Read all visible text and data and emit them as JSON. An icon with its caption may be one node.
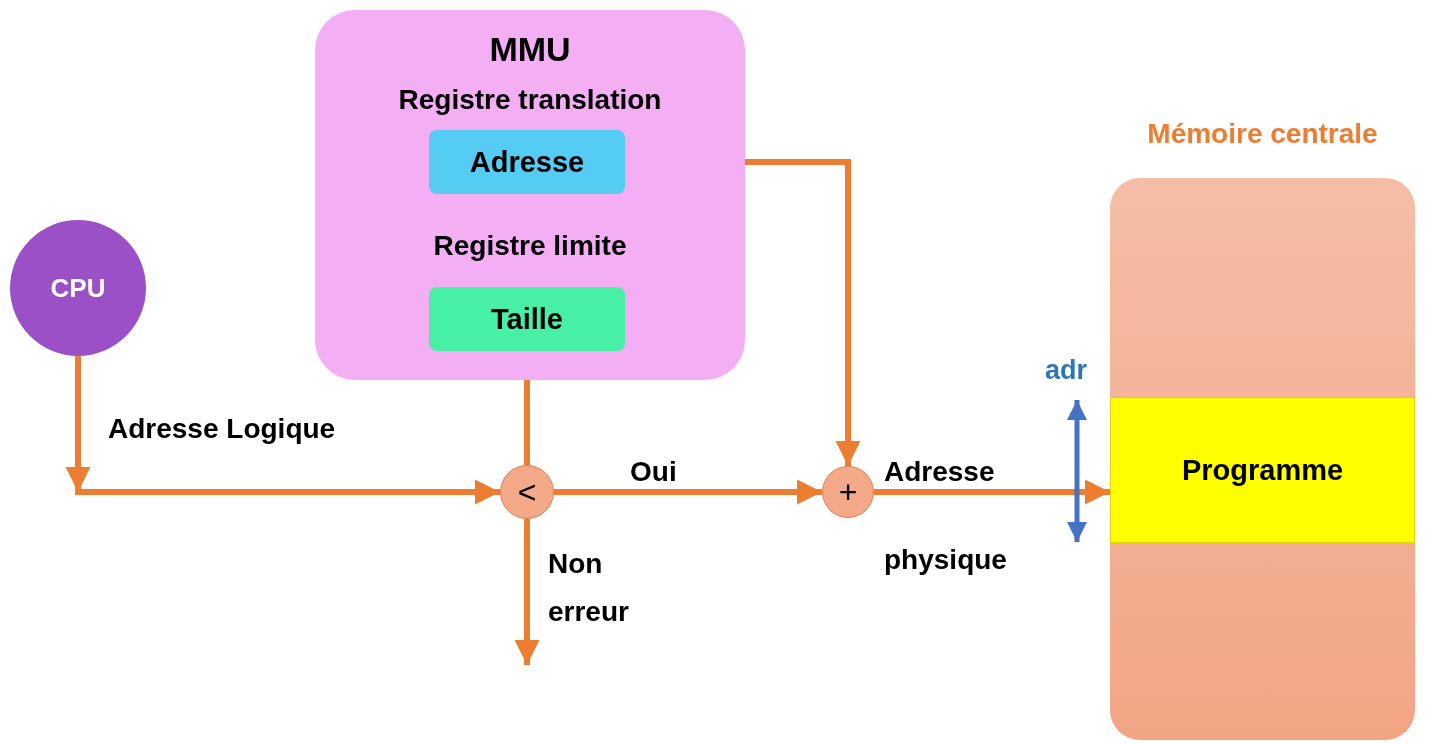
{
  "diagram": {
    "nodes": [
      {
        "text": [
          "CPU"
        ]
      },
      {
        "text": [
          "MMU",
          "Registre translation",
          "Registre limite"
        ]
      },
      {
        "text": [
          "Adresse"
        ],
        "in": 1
      },
      {
        "text": [
          "Taille"
        ],
        "in": 1
      },
      {
        "text": [
          "<"
        ]
      },
      {
        "text": [
          "+"
        ]
      },
      {
        "text": [
          "Mémoire centrale"
        ]
      },
      {
        "text": [
          "Programme"
        ],
        "in": 6
      }
    ],
    "edges": [
      {
        "from": 0,
        "to": 4,
        "arrow": "to",
        "label": "Adresse Logique"
      },
      {
        "from": 3,
        "to": 4,
        "arrow": "none"
      },
      {
        "from": 4,
        "to": 5,
        "arrow": "to",
        "label": "Oui"
      },
      {
        "from": 2,
        "to": 5,
        "arrow": "to"
      },
      {
        "from": 5,
        "to": 7,
        "arrow": "to",
        "label": "Adresse physique"
      },
      {
        "from": 4,
        "to": null,
        "arrow": "to",
        "label": "Non erreur"
      }
    ],
    "labels": [
      "adr"
    ]
  }
}
